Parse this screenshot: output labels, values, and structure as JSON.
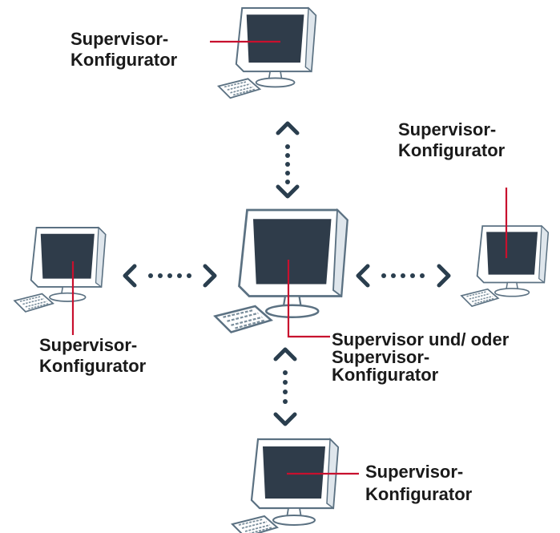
{
  "colors": {
    "screen": "#2f3c4a",
    "frame": "#5b7182",
    "connector_line": "#c8102e",
    "arrow": "#2a3e4e",
    "text": "#1a1a1a"
  },
  "nodes": {
    "top": {
      "line1": "Supervisor-",
      "line2": "Konfigurator"
    },
    "right": {
      "line1": "Supervisor-",
      "line2": "Konfigurator"
    },
    "left": {
      "line1": "Supervisor-",
      "line2": "Konfigurator"
    },
    "center": {
      "line1": "Supervisor und/ oder",
      "line2": "Supervisor-",
      "line3": "Konfigurator"
    },
    "bottom": {
      "line1": "Supervisor-",
      "line2": "Konfigurator"
    }
  }
}
